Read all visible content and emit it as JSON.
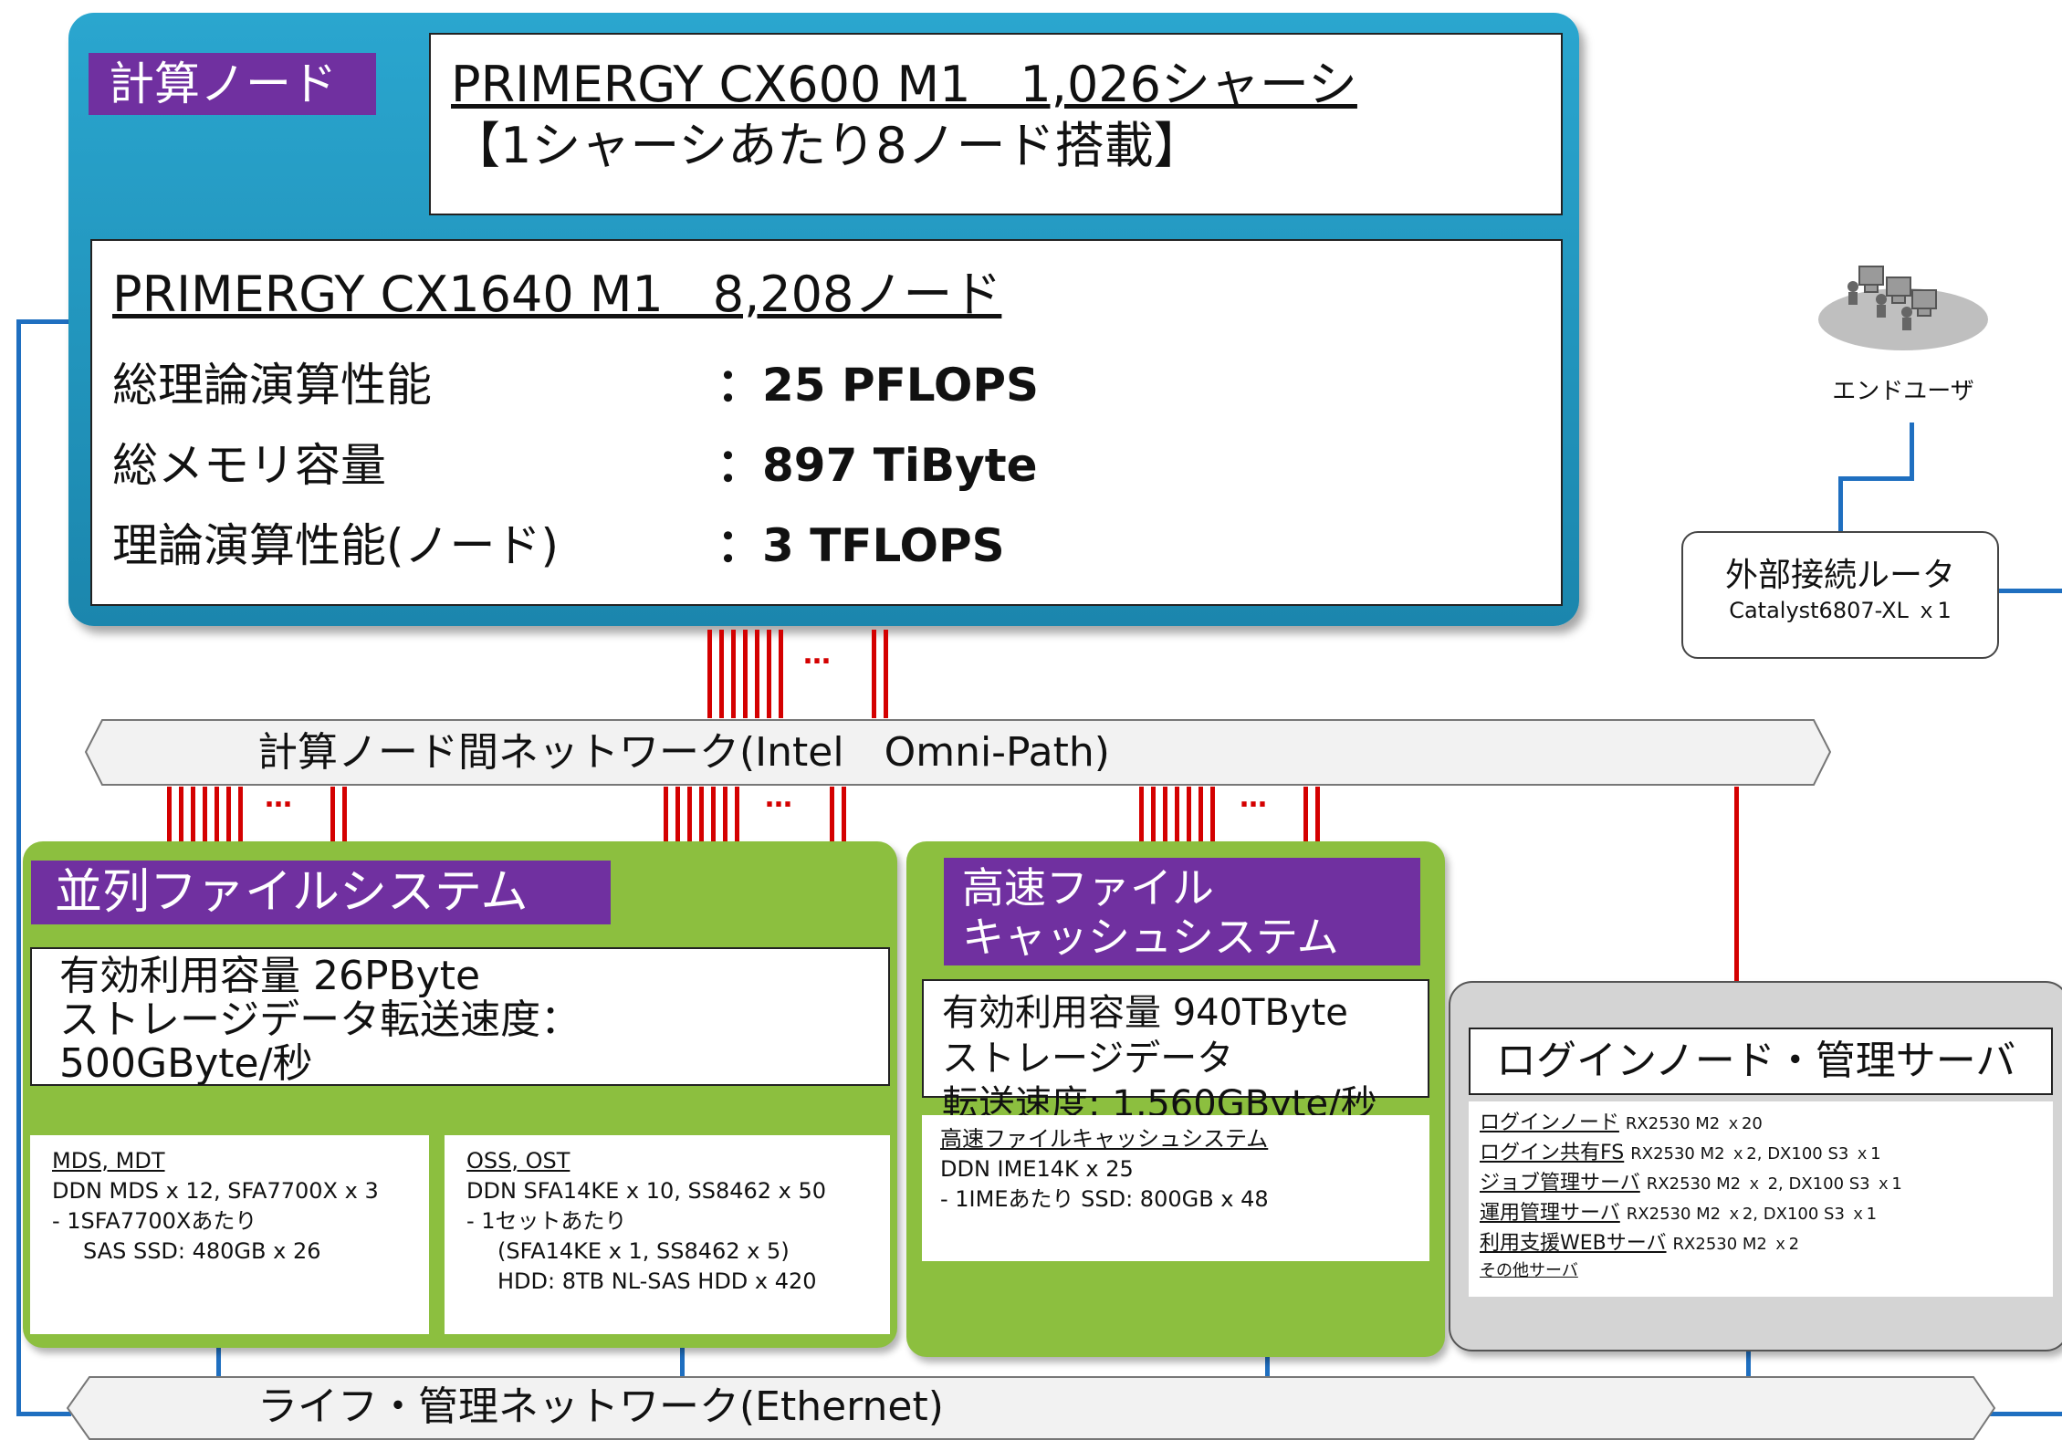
{
  "compute": {
    "badge": "計算ノード",
    "chassis_line1": "PRIMERGY CX600 M1　1,026シャーシ",
    "chassis_line2": "【1シャーシあたり8ノード搭載】",
    "node_title": "PRIMERGY CX1640 M1　8,208ノード",
    "specs": [
      {
        "label": "総理論演算性能",
        "value": "：25 PFLOPS"
      },
      {
        "label": "総メモリ容量",
        "value": "：897 TiByte"
      },
      {
        "label": "理論演算性能(ノード)",
        "value": "：3 TFLOPS"
      }
    ]
  },
  "interconnect": {
    "label": "計算ノード間ネットワーク(Intel　Omni-Path)",
    "dots": "…"
  },
  "mgmt_network": {
    "label": "ライフ・管理ネットワーク(Ethernet)"
  },
  "enduser": {
    "label": "エンドユーザ"
  },
  "router": {
    "name": "外部接続ルータ",
    "model": "Catalyst6807-XL ｘ1"
  },
  "pfs": {
    "title": "並列ファイルシステム",
    "capacity": "有効利用容量 26PByte",
    "speed_label": "ストレージデータ転送速度：",
    "speed_value": "500GByte/秒",
    "mds": {
      "title": "MDS, MDT",
      "l1": "DDN MDS x 12, SFA7700X x 3",
      "l2": "-  1SFA7700Xあたり",
      "l3": "SAS SSD: 480GB x 26"
    },
    "oss": {
      "title": "OSS, OST",
      "l1": "DDN SFA14KE x 10, SS8462 x 50",
      "l2": "-   1セットあたり",
      "l3": "(SFA14KE x 1, SS8462 x 5)",
      "l4": "HDD: 8TB NL-SAS HDD x 420"
    }
  },
  "cache": {
    "title1": "高速ファイル",
    "title2": "キャッシュシステム",
    "capacity": "有効利用容量 940TByte",
    "speed1": "ストレージデータ",
    "speed2": "転送速度: 1,560GByte/秒",
    "detail_title": "高速ファイルキャッシュシステム",
    "detail1": "DDN  IME14K x 25",
    "detail2": "-  1IMEあたり  SSD: 800GB x 48"
  },
  "login": {
    "title": "ログインノード・管理サーバ",
    "items": [
      {
        "name": "ログインノード",
        "spec": "RX2530 M2 ｘ20"
      },
      {
        "name": "ログイン共有FS",
        "spec": "RX2530 M2 ｘ2, DX100 S3 ｘ1"
      },
      {
        "name": "ジョブ管理サーバ",
        "spec": "RX2530 M2 ｘ 2, DX100 S3 ｘ1"
      },
      {
        "name": "運用管理サーバ",
        "spec": "RX2530 M2 ｘ2, DX100 S3 ｘ1"
      },
      {
        "name": "利用支援WEBサーバ",
        "spec": "RX2530 M2 ｘ2"
      },
      {
        "name": "その他サーバ",
        "spec": ""
      }
    ]
  },
  "colors": {
    "compute": "#1f8fb8",
    "badge": "#7030a0",
    "green": "#8cbf3f",
    "link_red": "#d40000",
    "link_blue": "#1f6fc0"
  }
}
